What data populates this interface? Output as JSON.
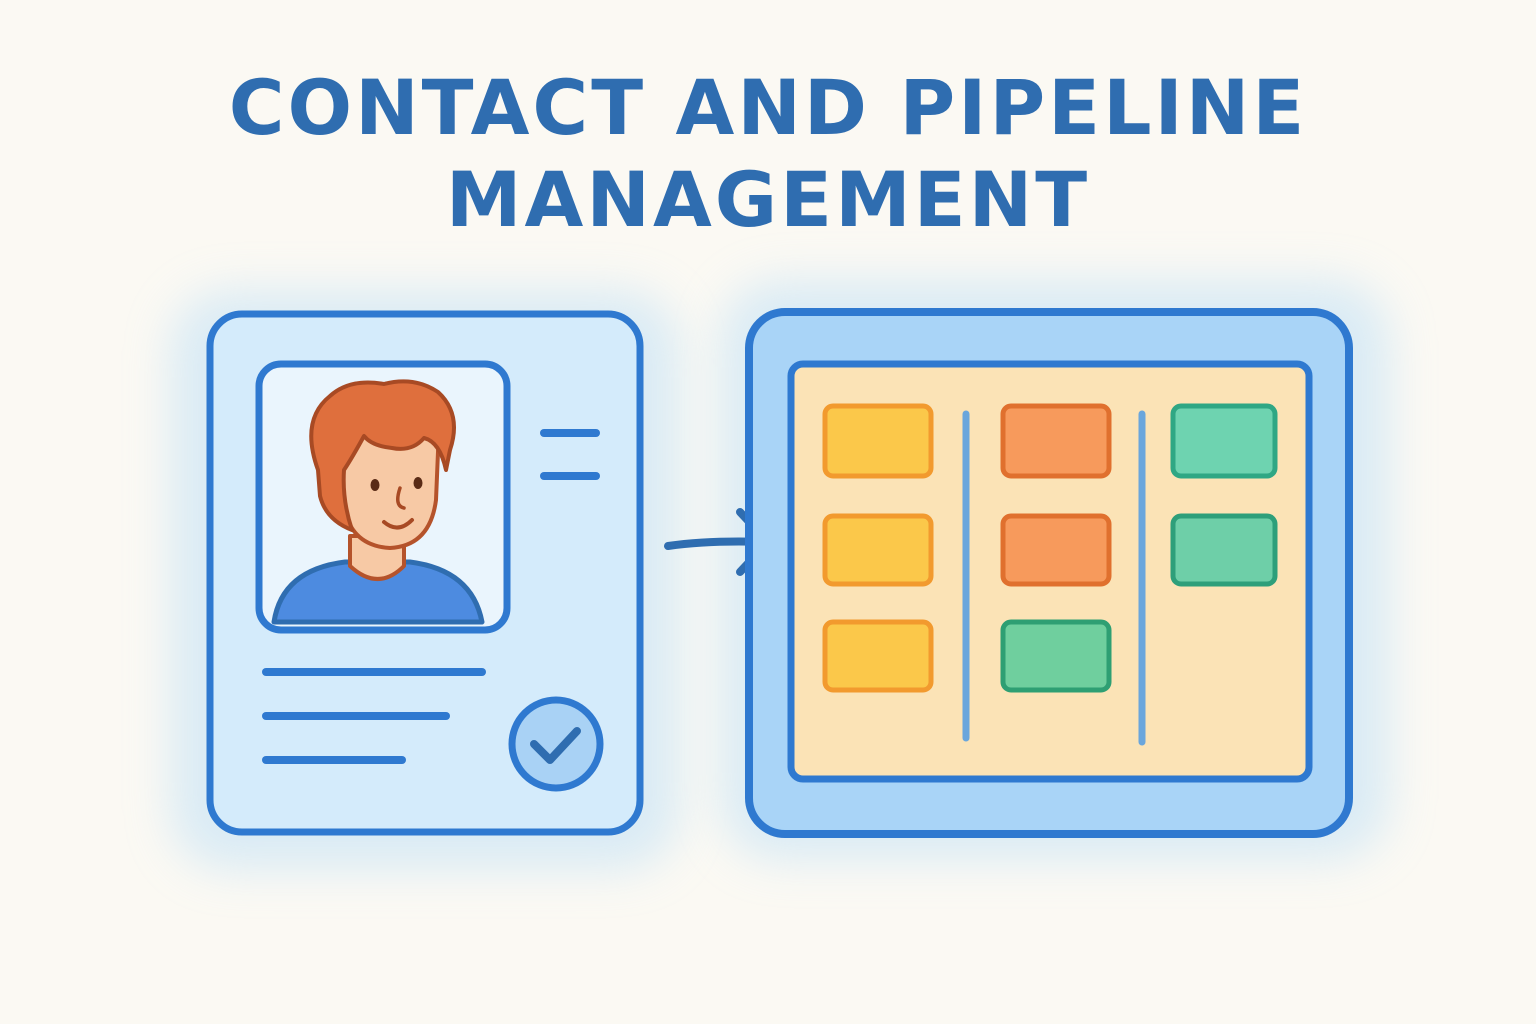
{
  "title": {
    "line1": "CONTACT AND PIPELINE",
    "line2": "MANAGEMENT"
  },
  "contact_card": {
    "icon": "person-avatar-icon",
    "status_icon": "checkmark-circle-icon"
  },
  "flow_arrow": {
    "icon": "arrow-right-icon"
  },
  "pipeline_board": {
    "columns": [
      {
        "cards": 3,
        "colors": [
          "#fbc84a",
          "#fbc84a",
          "#fbc84a"
        ]
      },
      {
        "cards": 3,
        "colors": [
          "#f79a5c",
          "#f79a5c",
          "#6fcf9e"
        ]
      },
      {
        "cards": 2,
        "colors": [
          "#6ed3b0",
          "#6ecfa8"
        ]
      }
    ]
  },
  "colors": {
    "background": "#fbf9f3",
    "accent_blue": "#2f79d0",
    "title_blue": "#2f6db0",
    "card_fill": "#d4ebfb",
    "board_fill": "#fbe3b6"
  }
}
